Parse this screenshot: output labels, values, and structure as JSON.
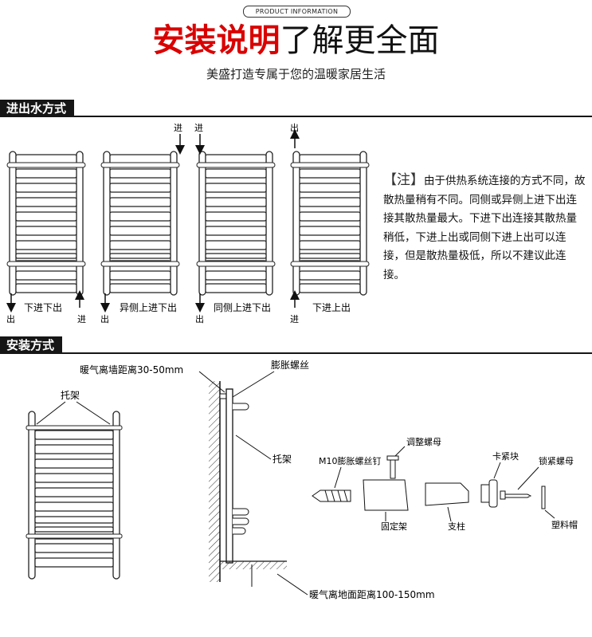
{
  "header": {
    "banner": "PRODUCT INFORMATION",
    "title_red": "安装说明",
    "title_black": "了解更全面",
    "subtitle": "美盛打造专属于您的温暖家居生活"
  },
  "section_water": {
    "heading": "进出水方式",
    "arrow_in": "进",
    "arrow_out": "出",
    "radiators": [
      {
        "caption": "下进下出"
      },
      {
        "caption": "异侧上进下出"
      },
      {
        "caption": "同侧上进下出"
      },
      {
        "caption": "下进上出"
      }
    ],
    "note_bracket": "【注】",
    "note_text": "由于供热系统连接的方式不同，故散热量稍有不同。同侧或异侧上进下出连接其散热量最大。下进下出连接其散热量稍低，下进上出或同侧下进上出可以连接，但是散热量极低，所以不建议此连接。"
  },
  "section_install": {
    "heading": "安装方式",
    "wall_distance": "暖气离墙距离30-50mm",
    "bracket_label": "托架",
    "expansion_screw": "膨胀螺丝",
    "bracket_label_2": "托架",
    "floor_distance": "暖气离地面距离100-150mm",
    "parts": {
      "m10": "M10膨胀螺丝钉",
      "adjust_nut": "调整螺母",
      "fixed_frame": "固定架",
      "post": "支柱",
      "clamp_block": "卡紧块",
      "lock_nut": "锁紧螺母",
      "plastic_cap": "塑料帽"
    }
  },
  "colors": {
    "accent_red": "#d90000",
    "heading_bg": "#161616"
  }
}
